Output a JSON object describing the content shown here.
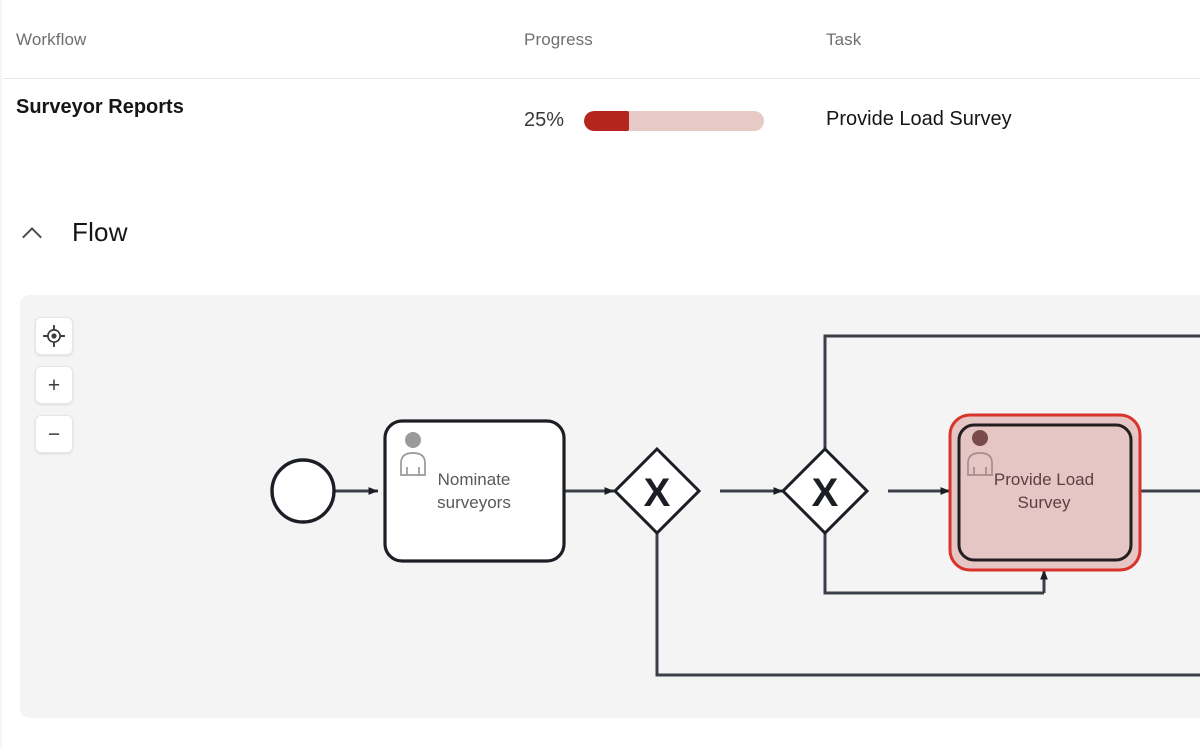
{
  "table": {
    "columns": [
      {
        "key": "workflow",
        "label": "Workflow"
      },
      {
        "key": "progress",
        "label": "Progress"
      },
      {
        "key": "task",
        "label": "Task"
      }
    ],
    "rows": [
      {
        "workflow": "Surveyor Reports",
        "progress_label": "25%",
        "progress_value": 25,
        "task": "Provide Load Survey"
      }
    ]
  },
  "flow": {
    "title": "Flow",
    "collapse_icon": "chevron-up-icon",
    "expanded": true,
    "canvas": {
      "controls": [
        {
          "name": "center-diagram-button",
          "icon": "crosshair-target-icon",
          "label": ""
        },
        {
          "name": "zoom-in-button",
          "icon": "plus-icon",
          "label": "+"
        },
        {
          "name": "zoom-out-button",
          "icon": "minus-icon",
          "label": "−"
        }
      ],
      "nodes": [
        {
          "id": "start",
          "type": "start-event",
          "label": ""
        },
        {
          "id": "nominate",
          "type": "user-task",
          "label_line1": "Nominate",
          "label_line2": "surveyors",
          "highlighted": false
        },
        {
          "id": "gw1",
          "type": "exclusive-gateway",
          "label": "X"
        },
        {
          "id": "gw2",
          "type": "exclusive-gateway",
          "label": "X"
        },
        {
          "id": "provide",
          "type": "user-task",
          "label_line1": "Provide Load",
          "label_line2": "Survey",
          "highlighted": true
        }
      ]
    }
  },
  "colors": {
    "progress_fill": "#b4251d",
    "progress_track": "#e7c9c6",
    "highlight_fill": "#e6c5c5",
    "highlight_stroke": "#d9342b",
    "canvas_bg": "#f4f4f4",
    "node_stroke": "#1b1e24",
    "text_primary": "#161616",
    "text_secondary": "#6f6f6f"
  }
}
